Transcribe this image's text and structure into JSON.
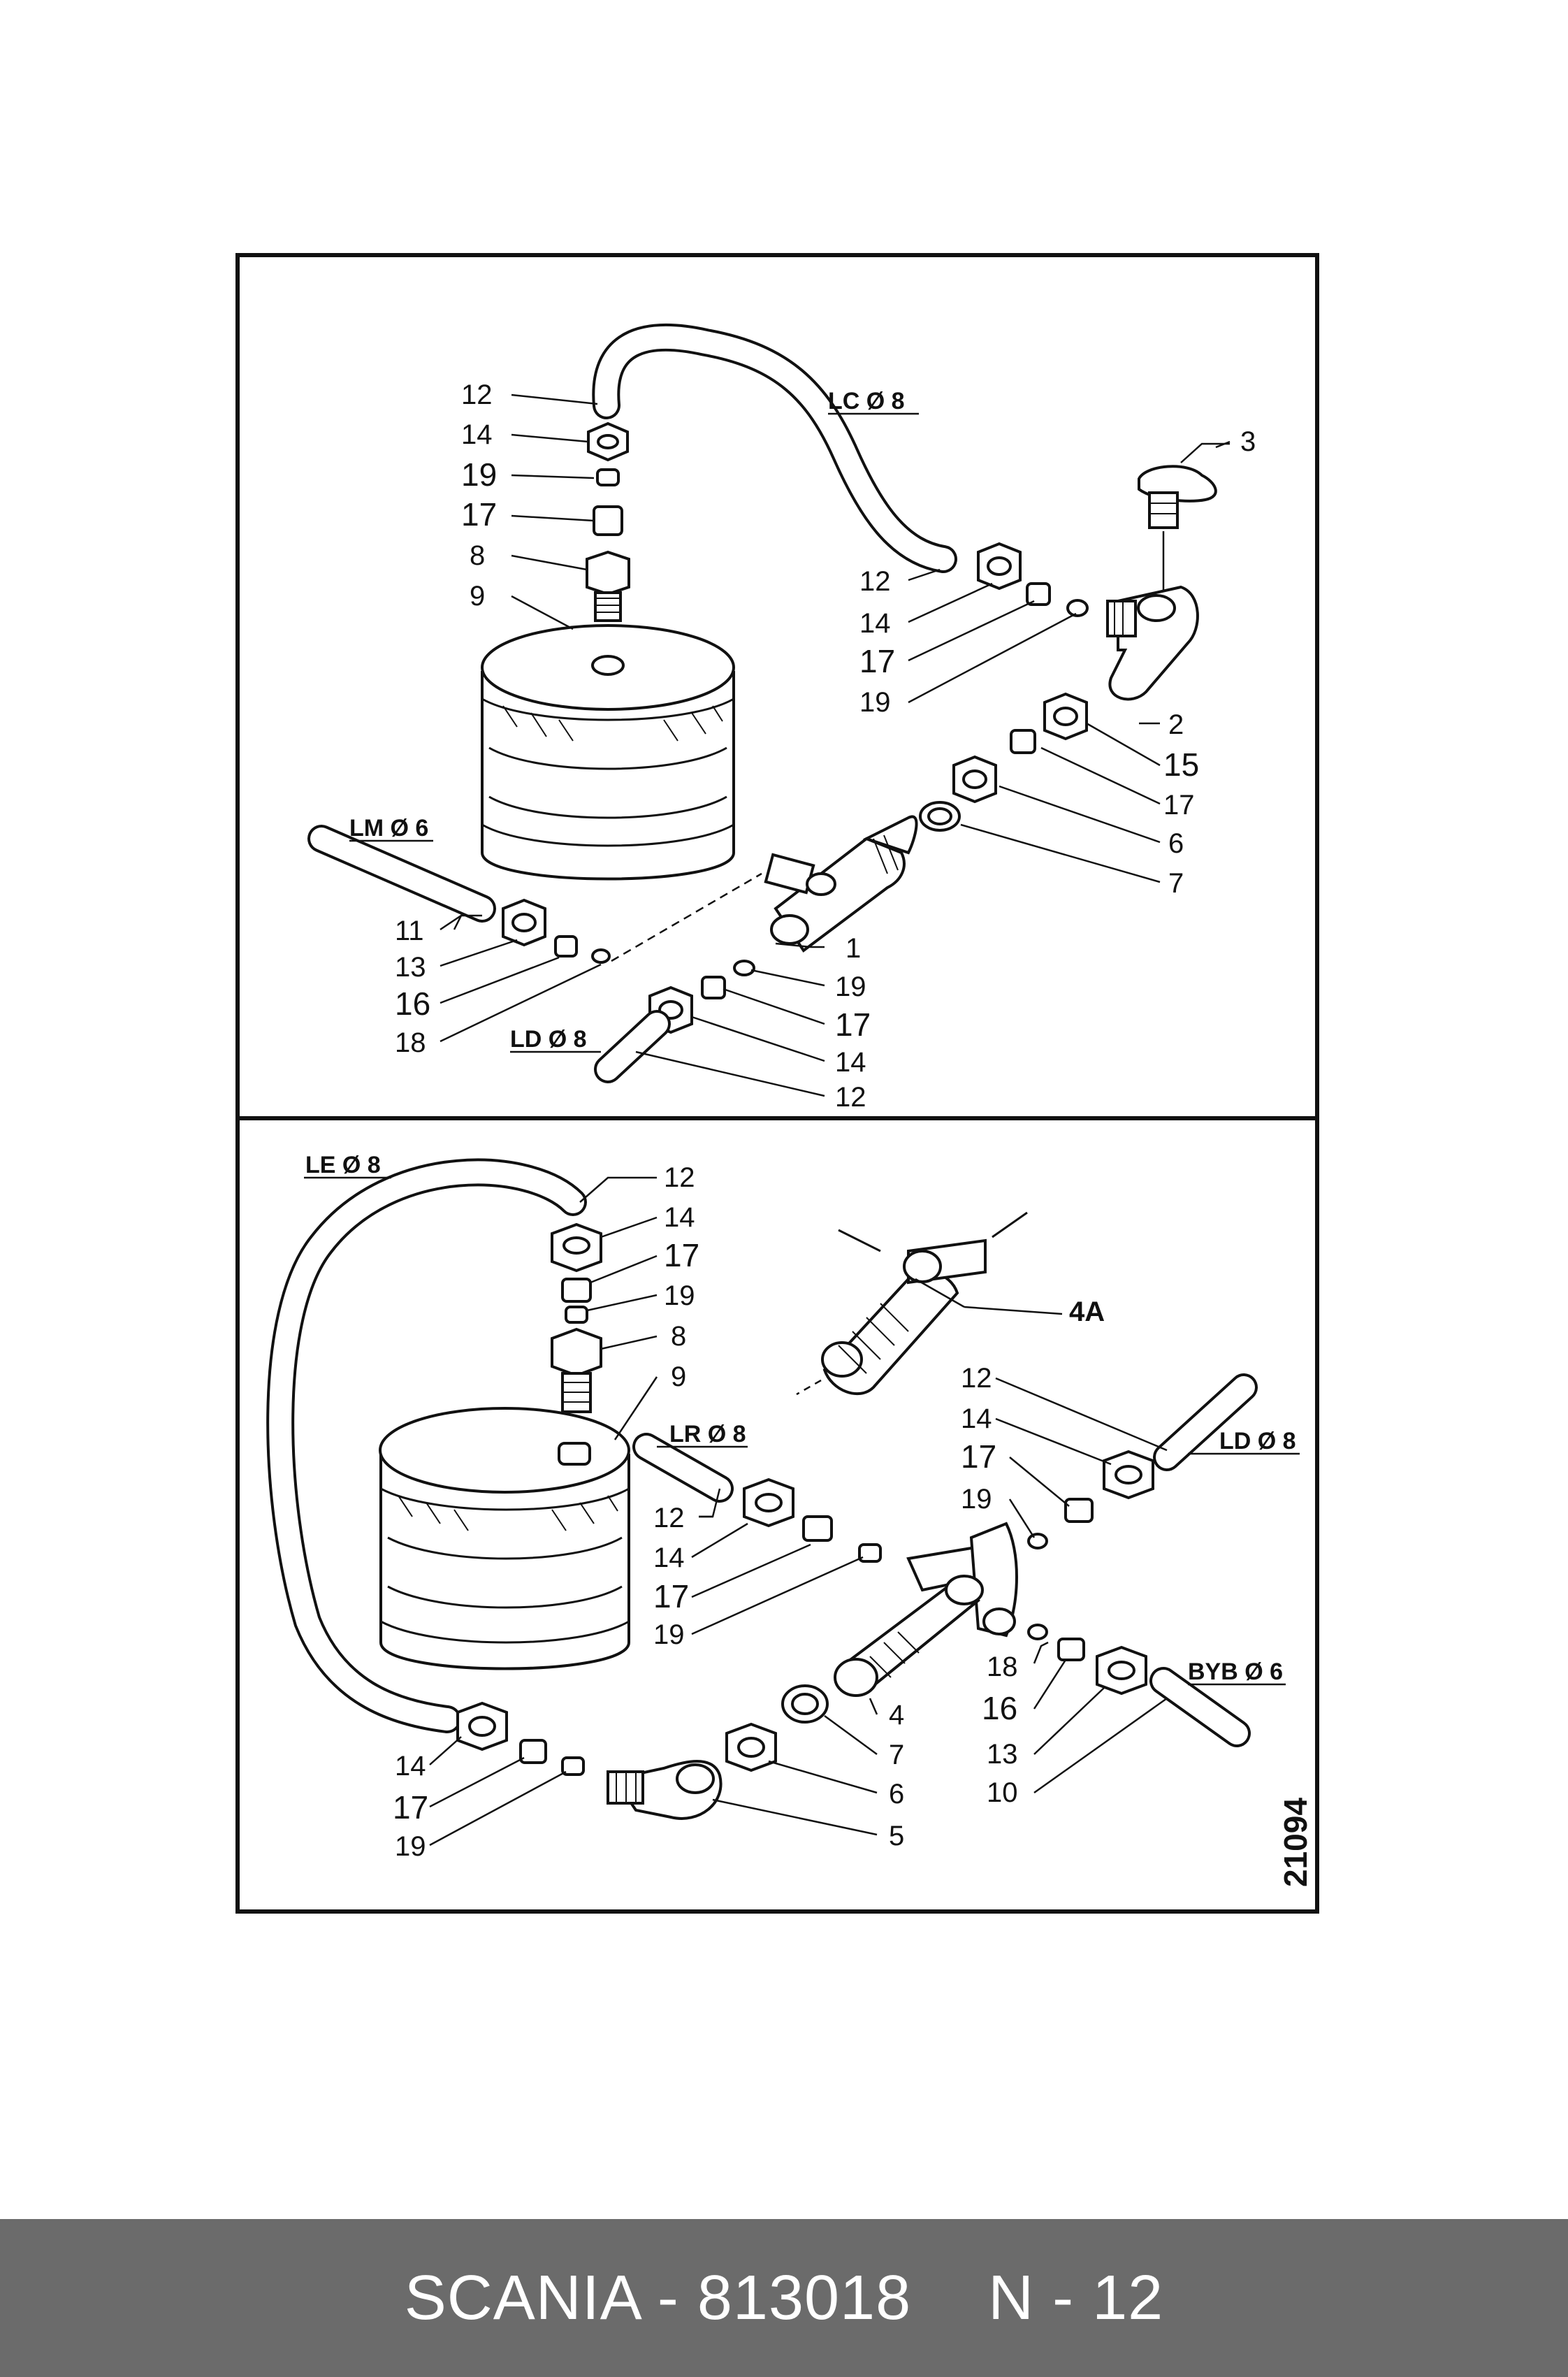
{
  "figure_number": "21094",
  "footer": {
    "brand_part": "SCANIA - 813018",
    "page_code": "N - 12"
  },
  "upper_panel": {
    "line_labels": {
      "lc": "LC Ø 8",
      "lm": "LM Ø 6",
      "ld": "LD Ø 8"
    },
    "callouts": {
      "c12a": "12",
      "c14a": "14",
      "c19a": "19",
      "c17a": "17",
      "c8": "8",
      "c9": "9",
      "c3": "3",
      "c12b": "12",
      "c14b": "14",
      "c17b": "17",
      "c19b": "19",
      "c2": "2",
      "c15": "15",
      "c17c": "17",
      "c6": "6",
      "c7": "7",
      "c11": "11",
      "c13": "13",
      "c16": "16",
      "c18": "18",
      "c1": "1",
      "c19c": "19",
      "c17d": "17",
      "c14c": "14",
      "c12c": "12"
    }
  },
  "lower_panel": {
    "line_labels": {
      "le": "LE Ø 8",
      "lr": "LR Ø 8",
      "ld": "LD Ø 8",
      "byb": "BYB Ø 6"
    },
    "callouts": {
      "c12a": "12",
      "c14a": "14",
      "c17a": "17",
      "c19a": "19",
      "c8": "8",
      "c9": "9",
      "c4a": "4A",
      "c12b": "12",
      "c14b": "14",
      "c17b": "17",
      "c19b": "19",
      "c12c": "12",
      "c14c": "14",
      "c17c": "17",
      "c19c": "19",
      "c18": "18",
      "c16": "16",
      "c13": "13",
      "c10": "10",
      "c4": "4",
      "c7": "7",
      "c6": "6",
      "c5": "5",
      "c14d": "14",
      "c17d": "17",
      "c19d": "19"
    }
  }
}
